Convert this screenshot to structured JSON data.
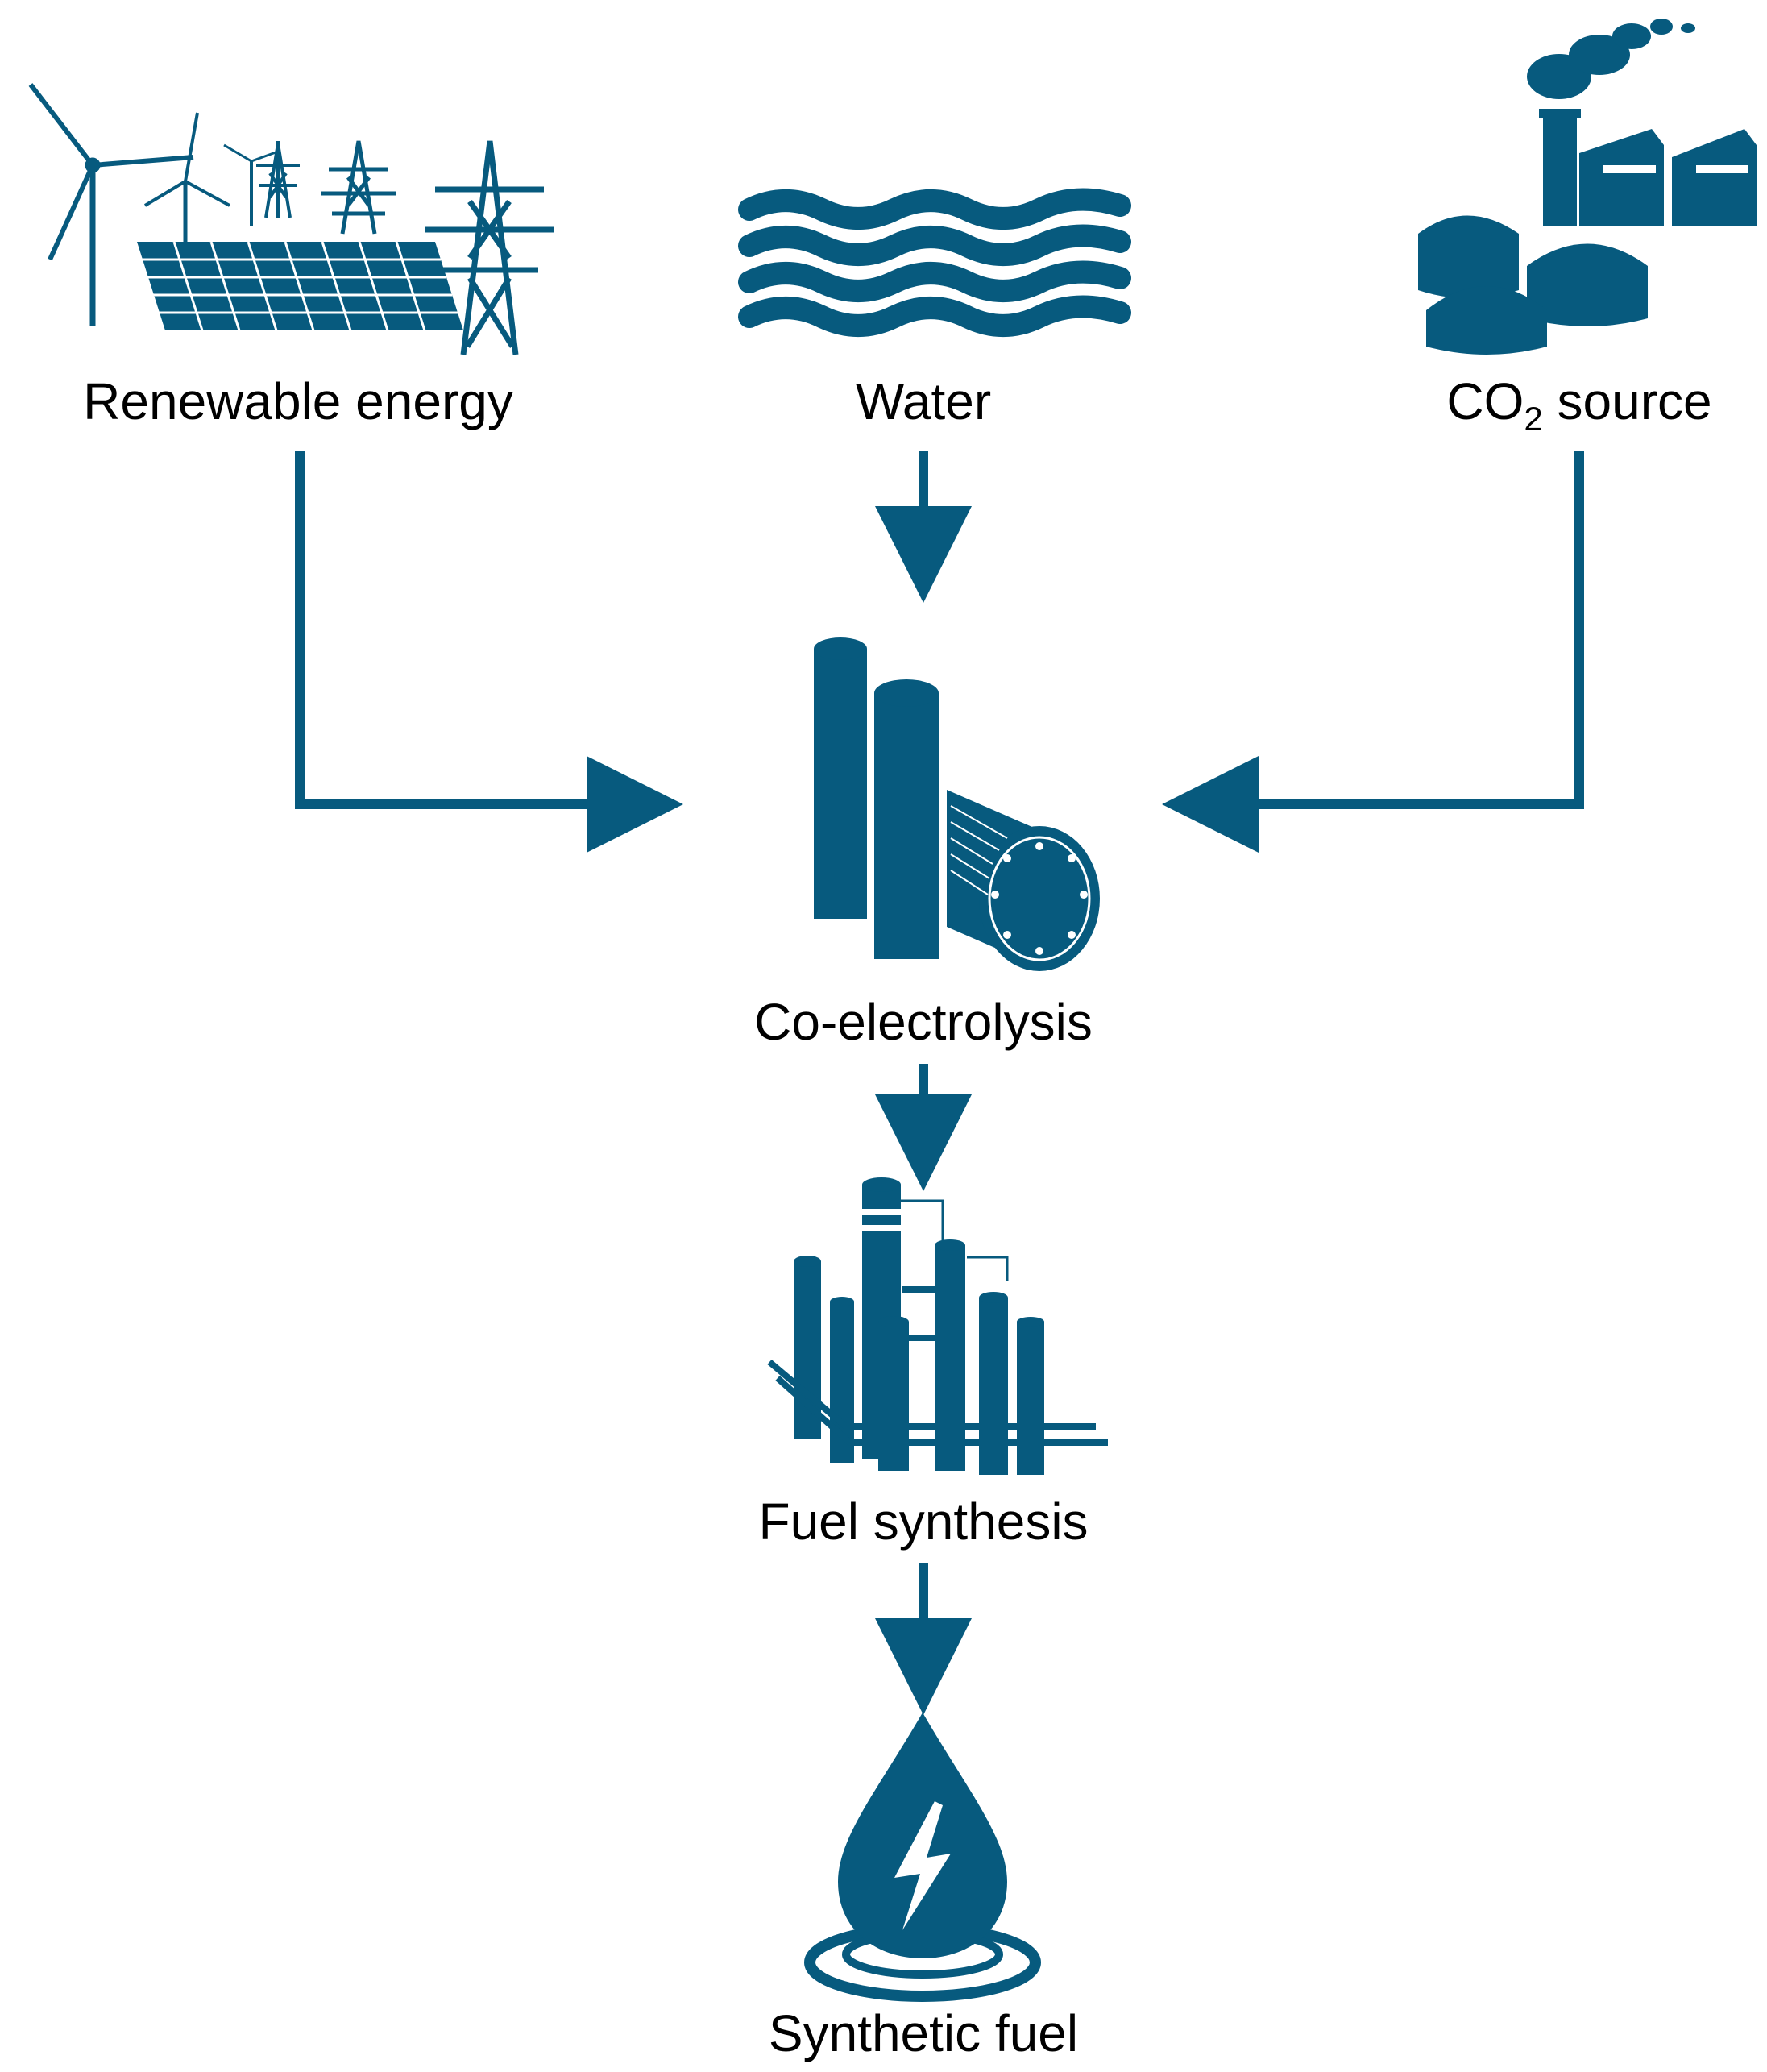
{
  "diagram": {
    "accent_color": "#075a7e",
    "nodes": {
      "renewable": {
        "label": "Renewable energy",
        "icon": "wind-solar-grid-icon"
      },
      "water": {
        "label": "Water",
        "icon": "water-waves-icon"
      },
      "co2": {
        "label_prefix": "CO",
        "label_subscript": "2",
        "label_suffix": " source",
        "icon": "factory-icon"
      },
      "coelectrolysis": {
        "label": "Co-electrolysis",
        "icon": "electrolyzer-icon"
      },
      "fuel_synthesis": {
        "label": "Fuel synthesis",
        "icon": "refinery-icon"
      },
      "synthetic_fuel": {
        "label": "Synthetic fuel",
        "icon": "fuel-drop-icon"
      }
    },
    "edges": [
      {
        "from": "renewable",
        "to": "coelectrolysis"
      },
      {
        "from": "water",
        "to": "coelectrolysis"
      },
      {
        "from": "co2",
        "to": "coelectrolysis"
      },
      {
        "from": "coelectrolysis",
        "to": "fuel_synthesis"
      },
      {
        "from": "fuel_synthesis",
        "to": "synthetic_fuel"
      }
    ]
  }
}
